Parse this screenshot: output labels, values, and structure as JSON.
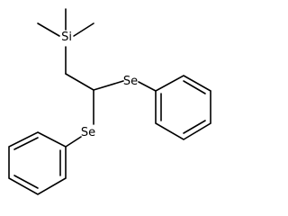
{
  "molecule": {
    "atoms": {
      "si": "Si",
      "se_upper": "Se",
      "se_lower": "Se"
    },
    "colors": {
      "bond": "#000000",
      "label": "#000000",
      "background": "#ffffff"
    }
  }
}
